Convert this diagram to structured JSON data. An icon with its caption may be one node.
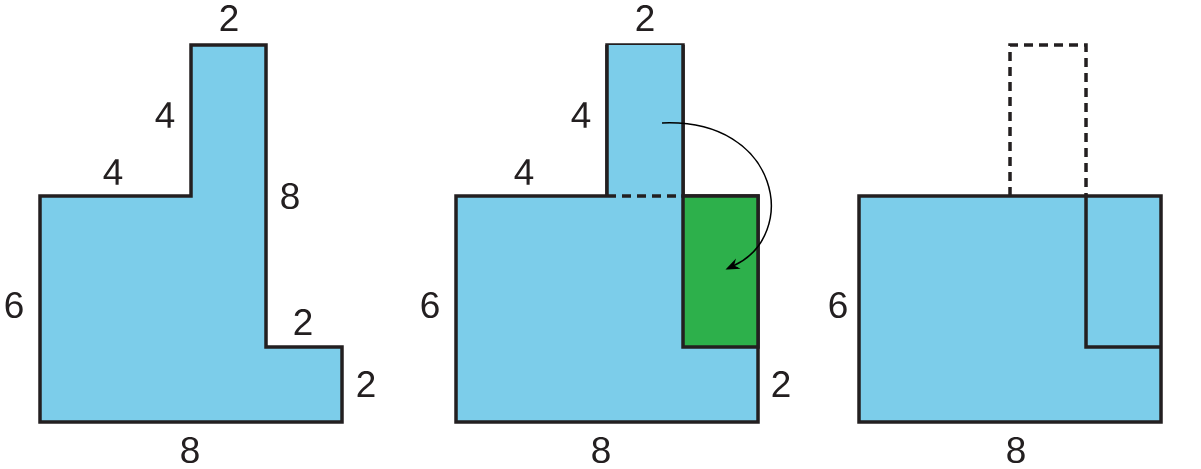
{
  "diagram": {
    "nodes": [
      {
        "text": [],
        "shape": "box"
      },
      {
        "text": [],
        "shape": "box"
      }
    ],
    "edges": [
      {
        "from": 0,
        "to": 1,
        "arrow": "to"
      }
    ],
    "labels": [
      "2",
      "4",
      "4",
      "8",
      "6",
      "2",
      "2",
      "8",
      "2",
      "4",
      "4",
      "6",
      "2",
      "8",
      "6",
      "8"
    ]
  }
}
